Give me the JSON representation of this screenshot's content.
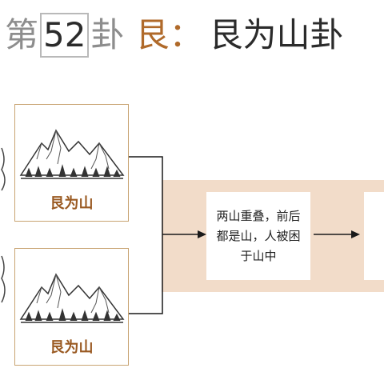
{
  "title": {
    "prefix": "第",
    "number": "52",
    "suffix": "卦",
    "trigram": "艮：",
    "name": "艮为山卦"
  },
  "cards": [
    {
      "label": "艮为山",
      "icon": "mountain-icon"
    },
    {
      "label": "艮为山",
      "icon": "mountain-icon"
    }
  ],
  "center_box": {
    "text": "两山重叠，前后都是山，人被困于山中"
  },
  "colors": {
    "accent_brown": "#b06a2a",
    "band": "#f2dcc9",
    "card_border": "#c8a472"
  }
}
